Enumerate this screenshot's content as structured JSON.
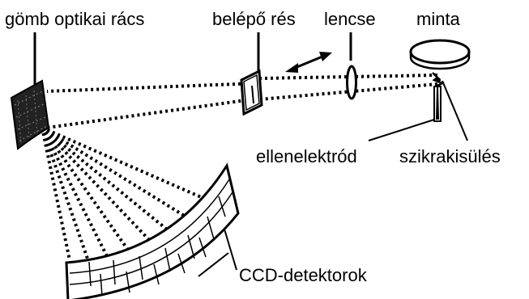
{
  "labels": {
    "grating": "gömb optikai rács",
    "slit": "belépő rés",
    "lens": "lencse",
    "sample": "minta",
    "counter_electrode": "ellenelektród",
    "spark": "szikrakisülés",
    "ccd": "CCD-detektorok"
  }
}
